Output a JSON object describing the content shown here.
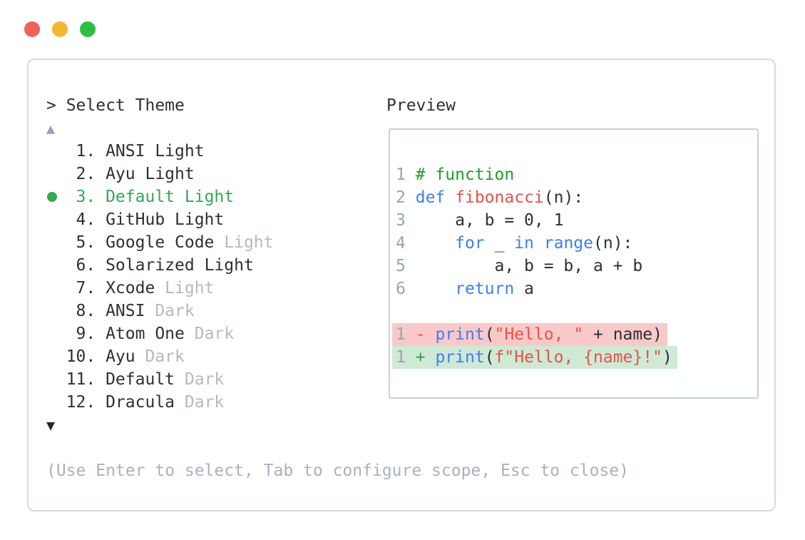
{
  "window_controls": {
    "close_color": "#f2605a",
    "minimize_color": "#f3b72f",
    "maximize_color": "#2dbf44"
  },
  "theme_selector": {
    "prompt": "> Select Theme",
    "scroll_up_symbol": "▲",
    "scroll_down_symbol": "▼",
    "items": [
      {
        "number": "1",
        "name": "ANSI",
        "variant": "Light",
        "variant_muted": false,
        "selected": false
      },
      {
        "number": "2",
        "name": "Ayu",
        "variant": "Light",
        "variant_muted": false,
        "selected": false
      },
      {
        "number": "3",
        "name": "Default",
        "variant": "Light",
        "variant_muted": false,
        "selected": true
      },
      {
        "number": "4",
        "name": "GitHub",
        "variant": "Light",
        "variant_muted": false,
        "selected": false
      },
      {
        "number": "5",
        "name": "Google Code",
        "variant": "Light",
        "variant_muted": true,
        "selected": false
      },
      {
        "number": "6",
        "name": "Solarized",
        "variant": "Light",
        "variant_muted": false,
        "selected": false
      },
      {
        "number": "7",
        "name": "Xcode",
        "variant": "Light",
        "variant_muted": true,
        "selected": false
      },
      {
        "number": "8",
        "name": "ANSI",
        "variant": "Dark",
        "variant_muted": true,
        "selected": false
      },
      {
        "number": "9",
        "name": "Atom One",
        "variant": "Dark",
        "variant_muted": true,
        "selected": false
      },
      {
        "number": "10",
        "name": "Ayu",
        "variant": "Dark",
        "variant_muted": true,
        "selected": false
      },
      {
        "number": "11",
        "name": "Default",
        "variant": "Dark",
        "variant_muted": true,
        "selected": false
      },
      {
        "number": "12",
        "name": "Dracula",
        "variant": "Dark",
        "variant_muted": true,
        "selected": false
      }
    ],
    "hint": "(Use Enter to select, Tab to configure scope, Esc to close)"
  },
  "preview": {
    "title": "Preview",
    "code_lines": [
      {
        "change": null,
        "segments": [
          {
            "style": "num",
            "text": "1"
          },
          {
            "style": "plain",
            "text": " "
          },
          {
            "style": "comment",
            "text": "# function"
          }
        ]
      },
      {
        "change": null,
        "segments": [
          {
            "style": "num",
            "text": "2"
          },
          {
            "style": "plain",
            "text": " "
          },
          {
            "style": "kw",
            "text": "def"
          },
          {
            "style": "plain",
            "text": " "
          },
          {
            "style": "fn",
            "text": "fibonacci"
          },
          {
            "style": "plain",
            "text": "(n):"
          }
        ]
      },
      {
        "change": null,
        "segments": [
          {
            "style": "num",
            "text": "3"
          },
          {
            "style": "plain",
            "text": "     a, b = 0, 1"
          }
        ]
      },
      {
        "change": null,
        "segments": [
          {
            "style": "num",
            "text": "4"
          },
          {
            "style": "plain",
            "text": "     "
          },
          {
            "style": "kw",
            "text": "for"
          },
          {
            "style": "plain",
            "text": " _ "
          },
          {
            "style": "kw",
            "text": "in"
          },
          {
            "style": "plain",
            "text": " "
          },
          {
            "style": "kw",
            "text": "range"
          },
          {
            "style": "plain",
            "text": "(n):"
          }
        ]
      },
      {
        "change": null,
        "segments": [
          {
            "style": "num",
            "text": "5"
          },
          {
            "style": "plain",
            "text": "         a, b = b, a + b"
          }
        ]
      },
      {
        "change": null,
        "segments": [
          {
            "style": "num",
            "text": "6"
          },
          {
            "style": "plain",
            "text": "     "
          },
          {
            "style": "kw",
            "text": "return"
          },
          {
            "style": "plain",
            "text": " a"
          }
        ]
      },
      {
        "change": null,
        "segments": []
      },
      {
        "change": "removed",
        "segments": [
          {
            "style": "num",
            "text": "1"
          },
          {
            "style": "plain",
            "text": " "
          },
          {
            "style": "minus",
            "text": "-"
          },
          {
            "style": "plain",
            "text": " "
          },
          {
            "style": "kw",
            "text": "print"
          },
          {
            "style": "plain",
            "text": "("
          },
          {
            "style": "str",
            "text": "\"Hello, \""
          },
          {
            "style": "plain",
            "text": " + name)"
          }
        ]
      },
      {
        "change": "added",
        "segments": [
          {
            "style": "num",
            "text": "1"
          },
          {
            "style": "plain",
            "text": " "
          },
          {
            "style": "plus",
            "text": "+"
          },
          {
            "style": "plain",
            "text": " "
          },
          {
            "style": "kw",
            "text": "print"
          },
          {
            "style": "plain",
            "text": "("
          },
          {
            "style": "str",
            "text": "f\"Hello, {name}!\""
          },
          {
            "style": "plain",
            "text": ")"
          }
        ]
      }
    ]
  },
  "colors": {
    "text_primary": "#2b3038",
    "text_muted": "#b2b9c6",
    "hint_text": "#a9b1c0",
    "line_number": "#9aa2b0",
    "selected_green": "#34a853",
    "comment_green": "#209e2d",
    "keyword_blue": "#3d7ef5",
    "name_red": "#e5534b",
    "string_red": "#e5534b",
    "diff_plus_green": "#2da44e",
    "diff_removed_bg": "#f9c9c9",
    "diff_added_bg": "#cfe9d5",
    "panel_border": "#d6dbe3",
    "preview_border": "#c9d0dc",
    "scroll_up": "#95a1b5",
    "scroll_down": "#23272e",
    "traffic_red": "#f2605a",
    "traffic_yellow": "#f3b72f",
    "traffic_green": "#2dbf44"
  }
}
